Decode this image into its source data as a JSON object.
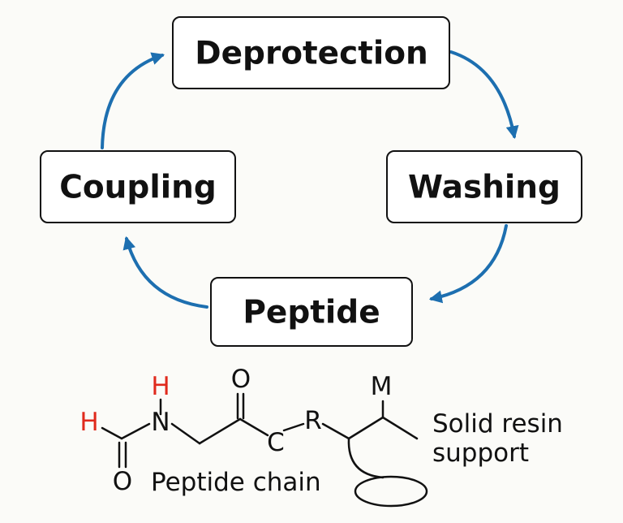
{
  "cycle": {
    "steps": {
      "deprotection": "Deprotection",
      "washing": "Washing",
      "peptide": "Peptide",
      "coupling": "Coupling"
    },
    "arrow_color": "#1d6fb0"
  },
  "structure": {
    "atoms": {
      "h_top": "H",
      "h_left": "H",
      "n": "N",
      "o_top": "O",
      "c": "C",
      "r": "R",
      "m": "M",
      "o_bottom": "O"
    },
    "highlight_color": "#e02a1d",
    "labels": {
      "peptide_chain": "Peptide chain",
      "solid_resin_line1": "Solid resin",
      "solid_resin_line2": "support"
    }
  }
}
